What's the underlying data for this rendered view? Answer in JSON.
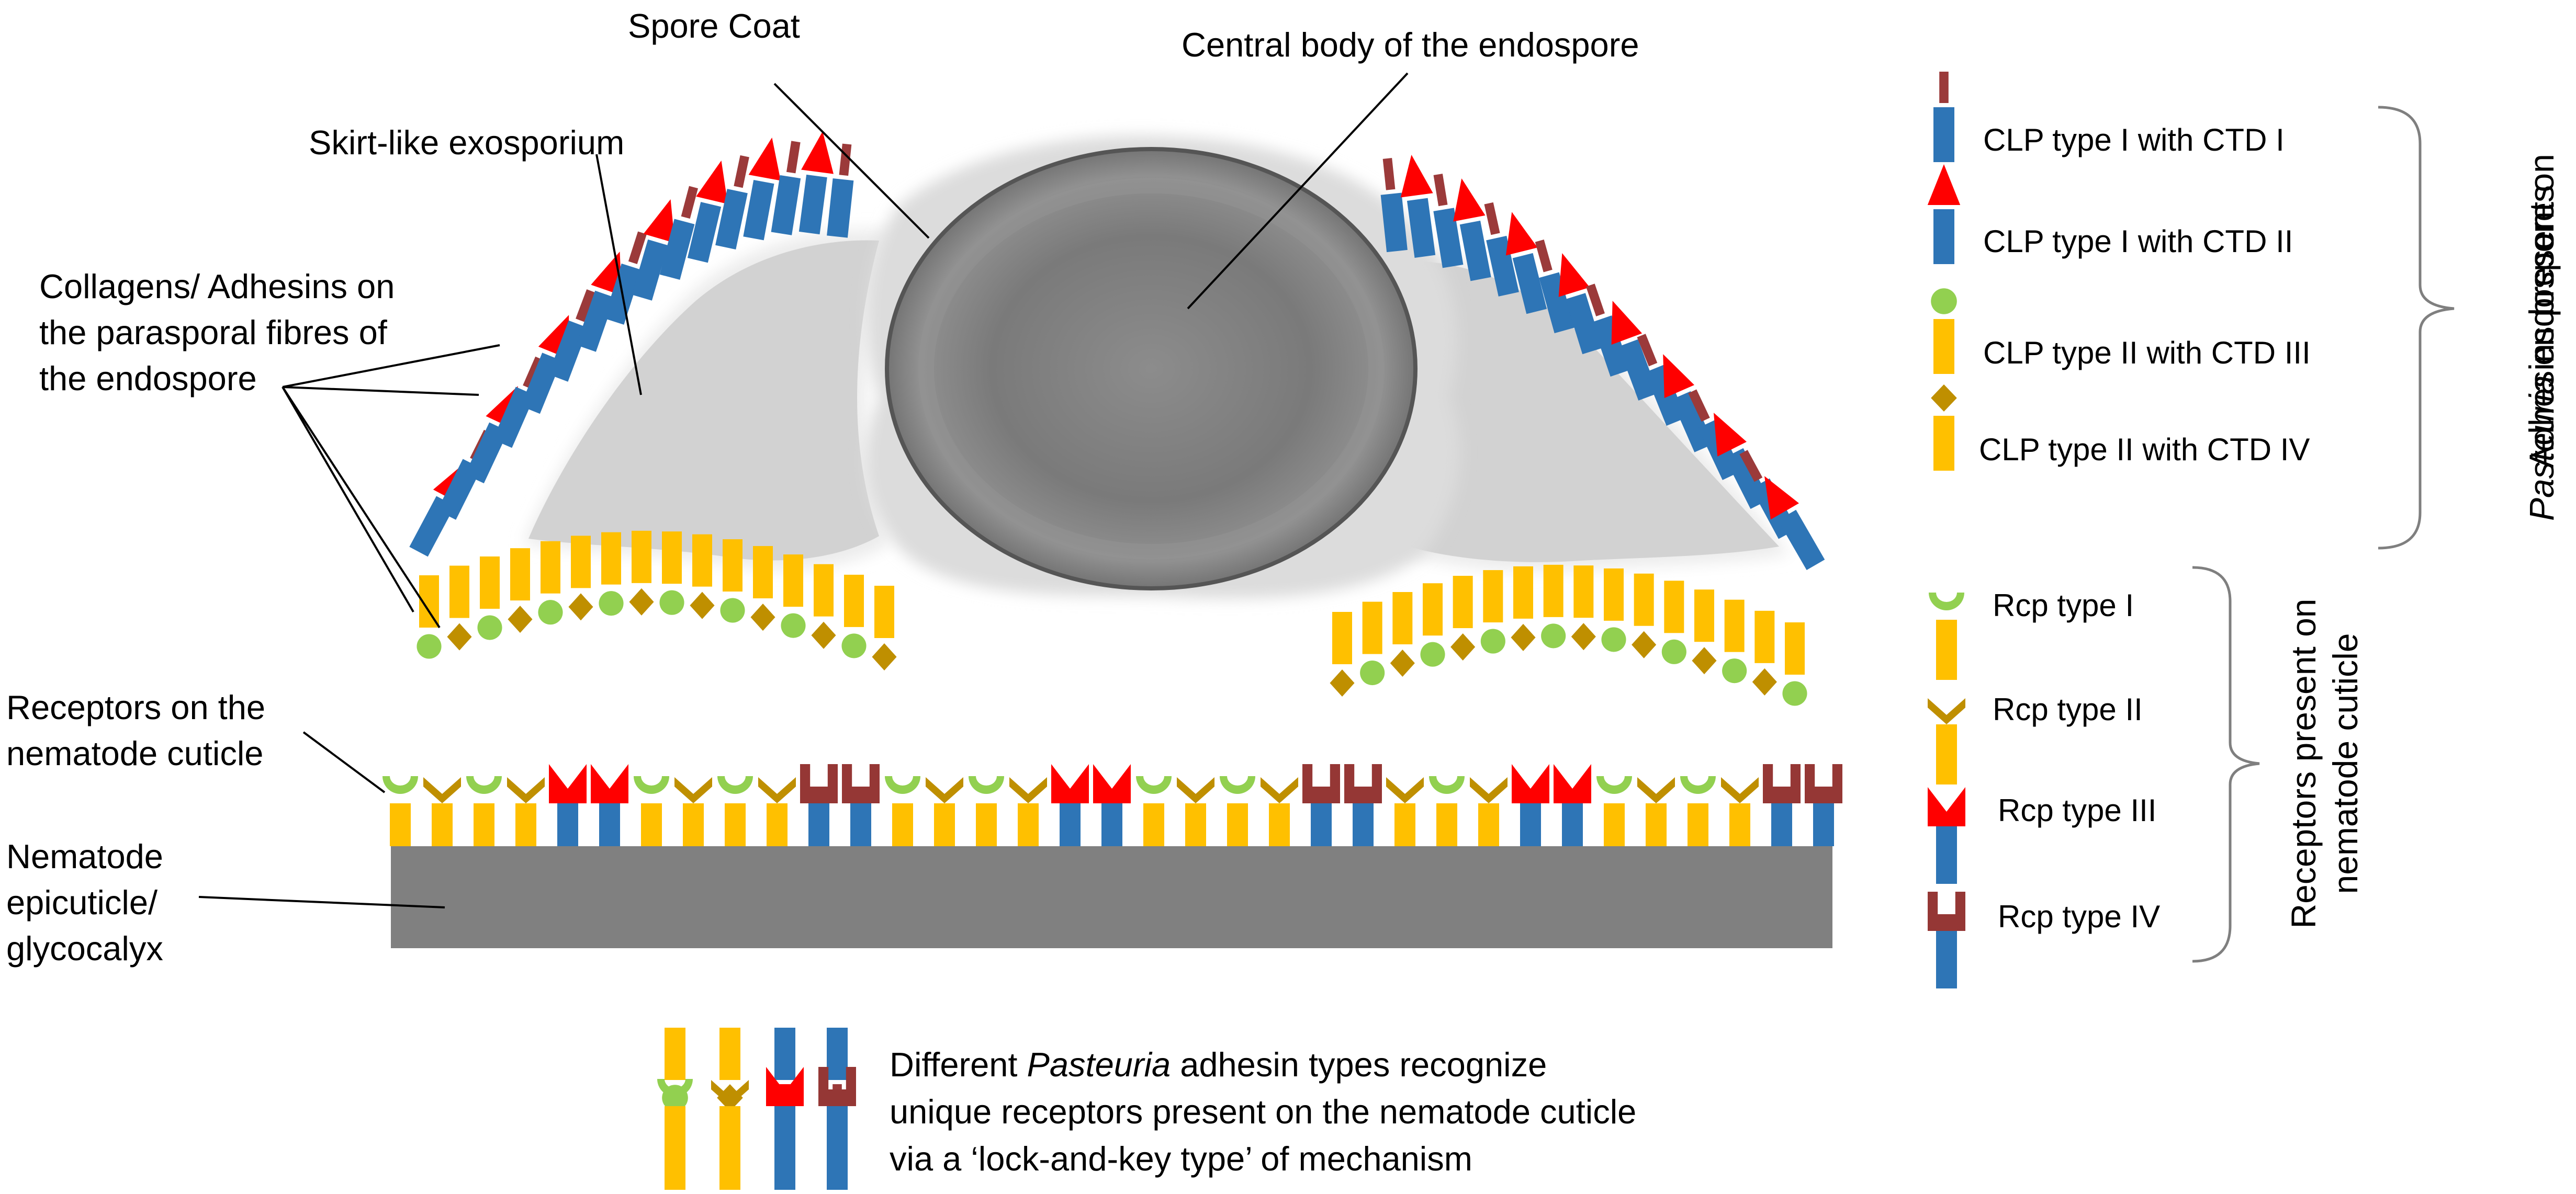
{
  "labels": {
    "spore_coat": "Spore Coat",
    "central_body": "Central body of the endospore",
    "skirt_exosporium": "Skirt-like exosporium",
    "collagens_l1": "Collagens/ Adhesins on",
    "collagens_l2": "the parasporal fibres of",
    "collagens_l3": "the endospore",
    "receptors_l1": "Receptors on the",
    "receptors_l2": "nematode cuticle",
    "epi_l1": "Nematode",
    "epi_l2": "epicuticle/",
    "epi_l3": "glycocalyx"
  },
  "legend": {
    "adhesins_group_l1": "Adhesins present on",
    "adhesins_group_l2_italic": "Pasteuria",
    "adhesins_group_l2_rest": " endospores",
    "receptors_group_l1": "Receptors present on",
    "receptors_group_l2": "nematode cuticle",
    "items": [
      {
        "key": "clp1_ctd1",
        "label": "CLP type I with CTD I"
      },
      {
        "key": "clp1_ctd2",
        "label": "CLP type I with CTD II"
      },
      {
        "key": "clp2_ctd3",
        "label": "CLP type II with CTD III"
      },
      {
        "key": "clp2_ctd4",
        "label": "CLP type II with CTD IV"
      },
      {
        "key": "rcp1",
        "label": "Rcp type I"
      },
      {
        "key": "rcp2",
        "label": "Rcp type II"
      },
      {
        "key": "rcp3",
        "label": "Rcp type III"
      },
      {
        "key": "rcp4",
        "label": "Rcp type IV"
      }
    ]
  },
  "caption": {
    "line1_pre": "Different ",
    "line1_italic": "Pasteuria",
    "line1_post": " adhesin types recognize",
    "line2": "unique receptors present on the nematode cuticle",
    "line3": "via a ‘lock-and-key type’ of mechanism"
  },
  "colors": {
    "clp_type1_blue": "#2e75b6",
    "clp_type2_yellow": "#ffc000",
    "ctd1_darkred": "#9b3a3a",
    "ctd2_red": "#ff0000",
    "ctd3_green": "#92d050",
    "ctd4_gold": "#bf8f00",
    "rcp1_green": "#92d050",
    "rcp2_gold": "#bf8f00",
    "rcp3_red": "#ff0000",
    "rcp4_maroon": "#953735",
    "cuticle_grey": "#808080",
    "exosporium_grey": "#d9d9d9",
    "spore_body_grey": "#7f7f7f"
  }
}
